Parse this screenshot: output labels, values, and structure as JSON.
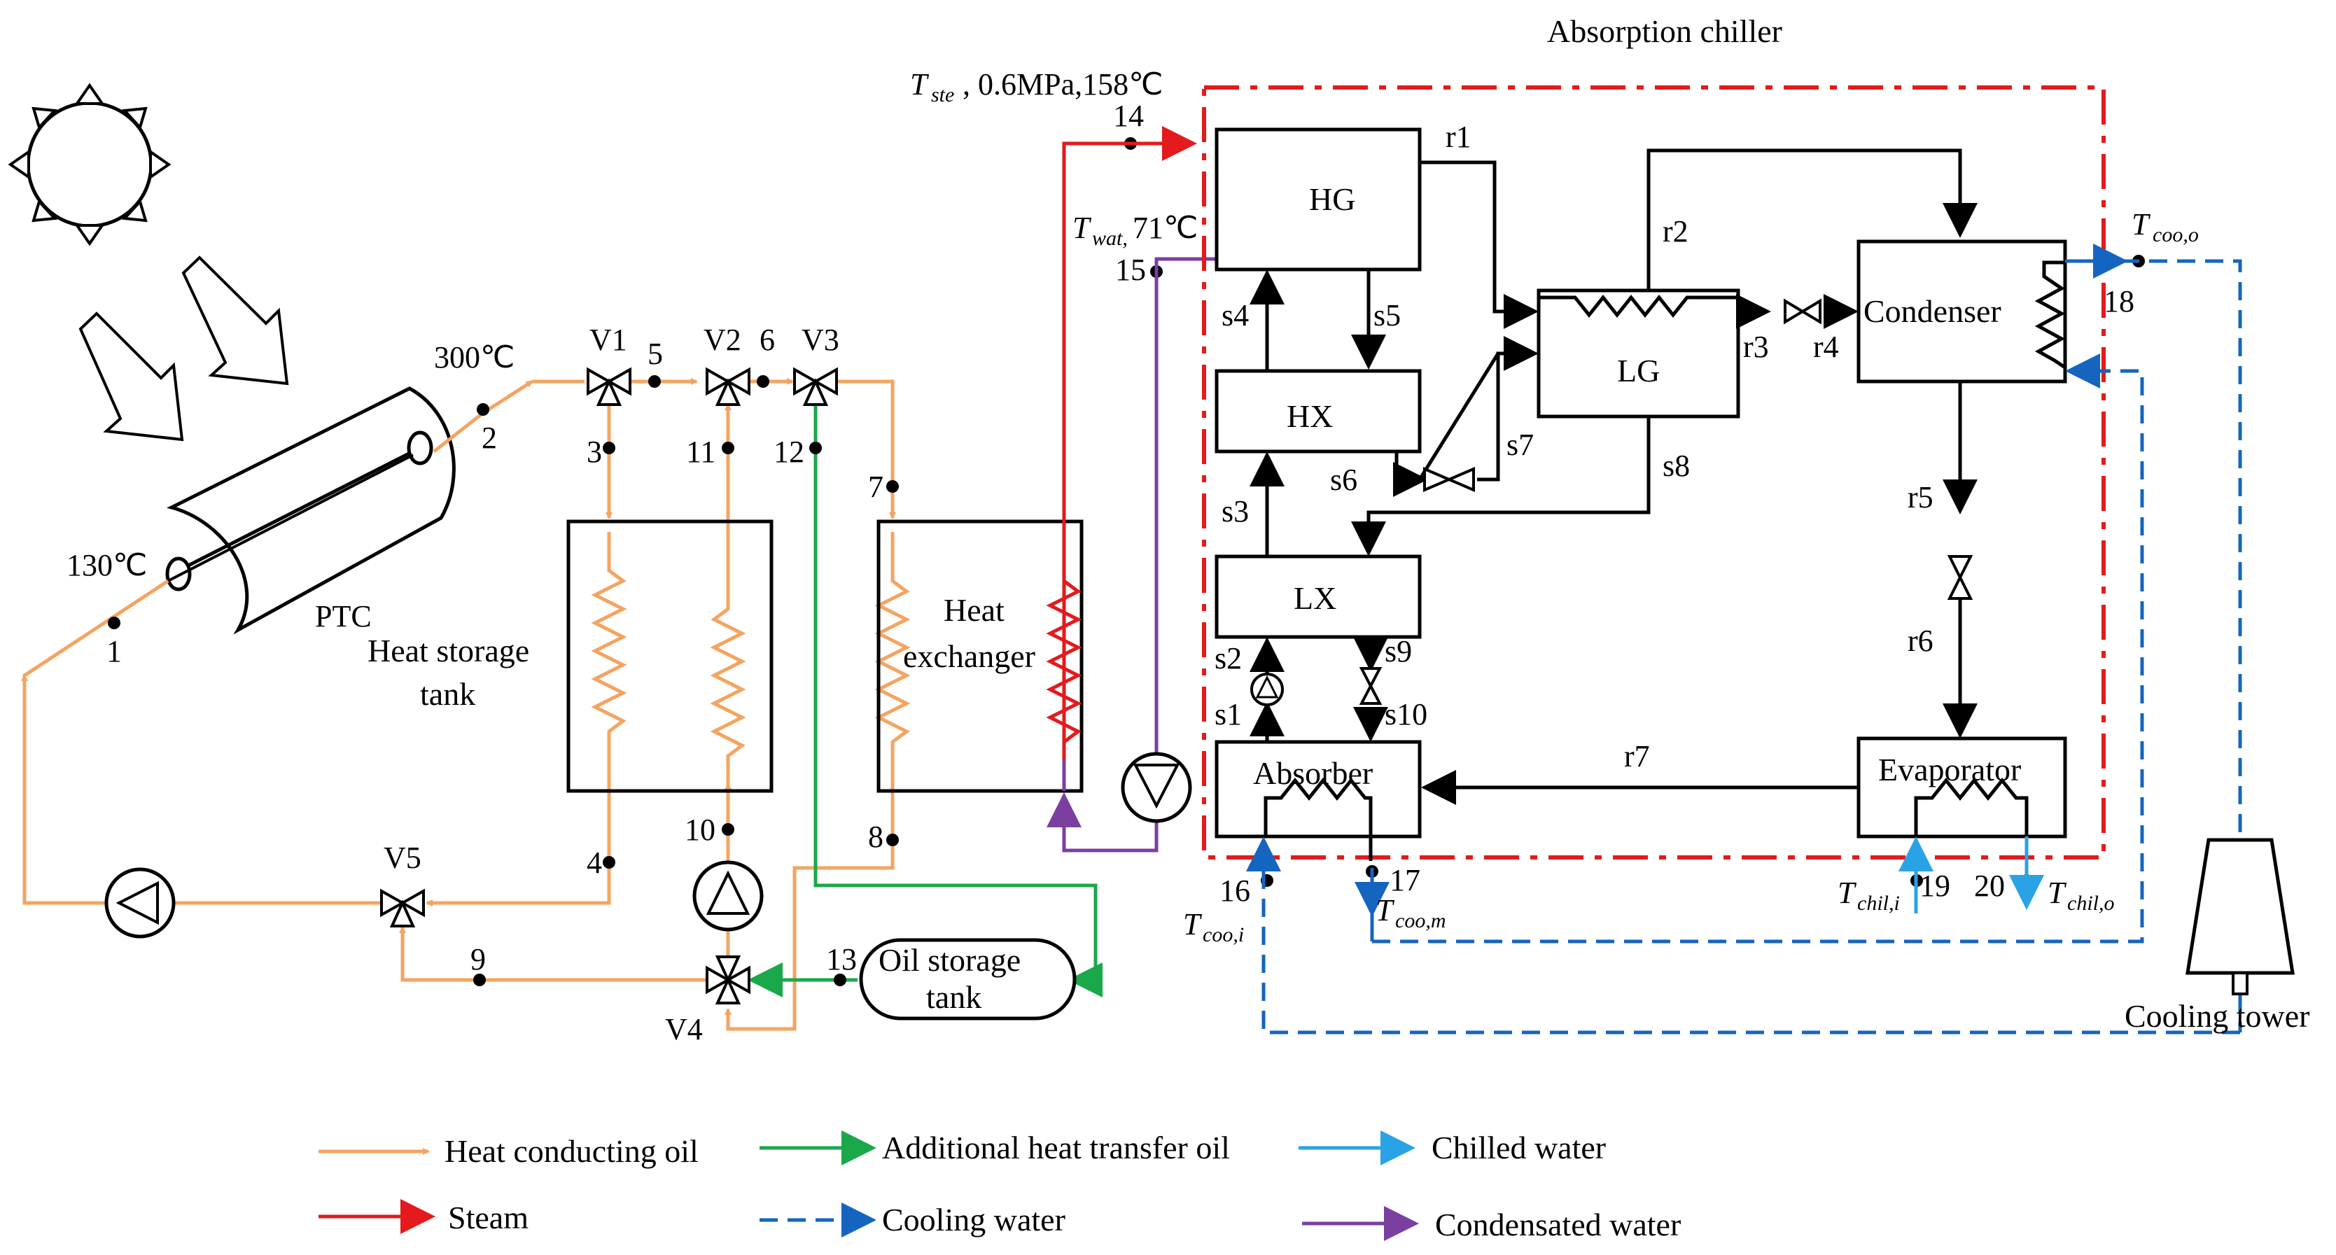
{
  "colors": {
    "heat_conducting_oil": "#F4A460",
    "additional_oil": "#1BA84A",
    "steam": "#E41A1C",
    "cooling_water": "#1565C0",
    "chilled_water": "#29A3E6",
    "condensated_water": "#7B3FA0",
    "chiller_boundary": "#E41A1C"
  },
  "chiller": {
    "title": "Absorption chiller",
    "hg": "HG",
    "lg": "LG",
    "hx": "HX",
    "lx": "LX",
    "condenser": "Condenser",
    "evaporator": "Evaporator",
    "absorber": "Absorber"
  },
  "solar": {
    "ptc": "PTC",
    "temp_in": "130℃",
    "temp_out": "300℃"
  },
  "storage": {
    "tank_line1": "Heat storage",
    "tank_line2": "tank",
    "oil_tank_line1": "Oil storage",
    "oil_tank_line2": "tank",
    "hex_line1": "Heat",
    "hex_line2": "exchanger"
  },
  "valves": {
    "v1": "V1",
    "v2": "V2",
    "v3": "V3",
    "v4": "V4",
    "v5": "V5"
  },
  "states": {
    "p1": "1",
    "p2": "2",
    "p3": "3",
    "p4": "4",
    "p5": "5",
    "p6": "6",
    "p7": "7",
    "p8": "8",
    "p9": "9",
    "p10": "10",
    "p11": "11",
    "p12": "12",
    "p13": "13",
    "p14": "14",
    "p15": "15",
    "p16": "16",
    "p17": "17",
    "p18": "18",
    "p19": "19",
    "p20": "20"
  },
  "chiller_states": {
    "r1": "r1",
    "r2": "r2",
    "r3": "r3",
    "r4": "r4",
    "r5": "r5",
    "r6": "r6",
    "r7": "r7",
    "s1": "s1",
    "s2": "s2",
    "s3": "s3",
    "s4": "s4",
    "s5": "s5",
    "s6": "s6",
    "s7": "s7",
    "s8": "s8",
    "s9": "s9",
    "s10": "s10"
  },
  "annotations": {
    "steam_main": "T",
    "steam_sub": "ste",
    "steam_rest": ",  0.6MPa,158℃",
    "water_main": "T",
    "water_sub": "wat,",
    "water_rest": "71℃",
    "tcoo_o_sub": "coo,o",
    "tcoo_i_sub": "coo,i",
    "tcoo_m_sub": "coo,m",
    "tchil_i_sub": "chil,i",
    "tchil_o_sub": "chil,o",
    "t": "T"
  },
  "cooling_tower": "Cooling tower",
  "legend": {
    "heat_conducting_oil": "Heat conducting oil",
    "additional_oil": "Additional heat transfer oil",
    "chilled_water": "Chilled water",
    "steam": "Steam",
    "cooling_water": "Cooling water",
    "condensated_water": "Condensated water"
  }
}
